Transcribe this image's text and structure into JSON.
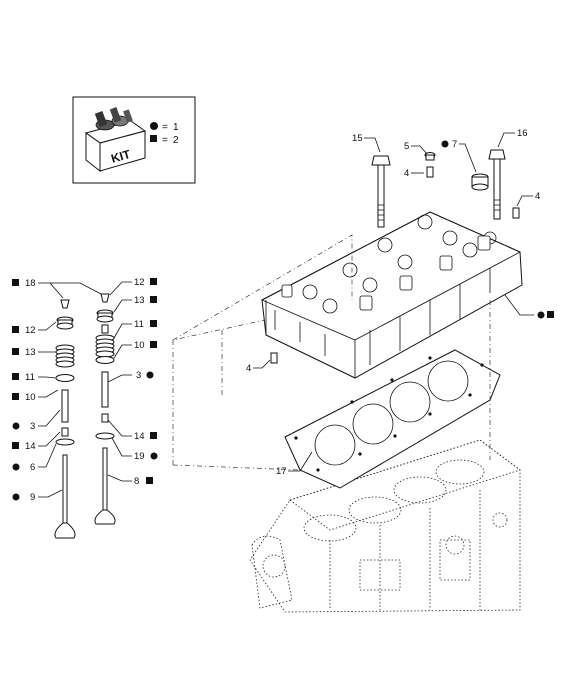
{
  "kit_legend": {
    "badge": "KIT",
    "rows": [
      {
        "symbol": "circle",
        "eq": "=",
        "value": "1"
      },
      {
        "symbol": "square",
        "eq": "=",
        "value": "2"
      }
    ]
  },
  "callouts": [
    {
      "id": "c15",
      "label": "15"
    },
    {
      "id": "c5",
      "label": "5"
    },
    {
      "id": "c7",
      "label": "7",
      "marker": "circle"
    },
    {
      "id": "c16",
      "label": "16"
    },
    {
      "id": "c4a",
      "label": "4"
    },
    {
      "id": "c4b",
      "label": "4"
    },
    {
      "id": "c4c",
      "label": "4"
    },
    {
      "id": "c18",
      "label": "18",
      "marker": "square"
    },
    {
      "id": "c12l",
      "label": "12",
      "marker": "square"
    },
    {
      "id": "c13l",
      "label": "13",
      "marker": "square"
    },
    {
      "id": "c11l",
      "label": "11",
      "marker": "square"
    },
    {
      "id": "c10l",
      "label": "10",
      "marker": "square"
    },
    {
      "id": "c3l",
      "label": "3",
      "marker": "circle"
    },
    {
      "id": "c14l",
      "label": "14",
      "marker": "square"
    },
    {
      "id": "c6",
      "label": "6",
      "marker": "circle"
    },
    {
      "id": "c9",
      "label": "9",
      "marker": "circle"
    },
    {
      "id": "c12r",
      "label": "12",
      "marker": "square"
    },
    {
      "id": "c13r",
      "label": "13",
      "marker": "square"
    },
    {
      "id": "c11r",
      "label": "11",
      "marker": "square"
    },
    {
      "id": "c10r",
      "label": "10",
      "marker": "square"
    },
    {
      "id": "c3r",
      "label": "3",
      "marker": "circle"
    },
    {
      "id": "c14r",
      "label": "14",
      "marker": "square"
    },
    {
      "id": "c19",
      "label": "19",
      "marker": "circle"
    },
    {
      "id": "c8",
      "label": "8",
      "marker": "square"
    },
    {
      "id": "c17",
      "label": "17"
    },
    {
      "id": "chead",
      "label": "",
      "marker": "circle-square"
    }
  ]
}
